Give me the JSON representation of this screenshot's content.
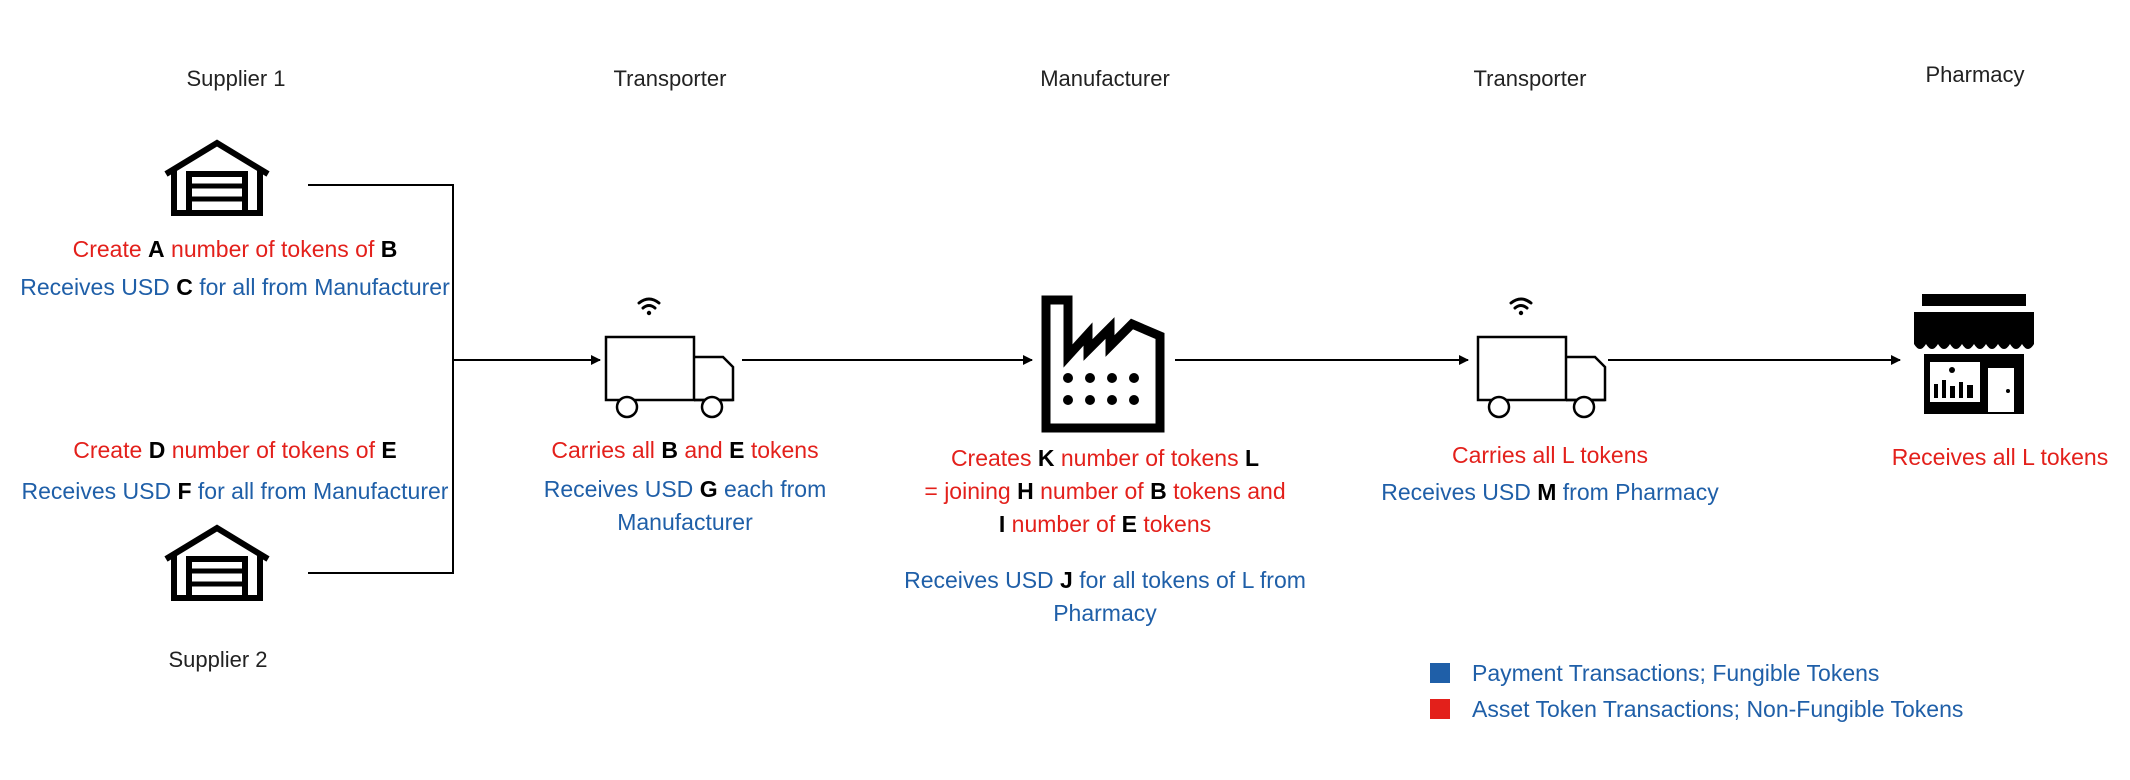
{
  "colors": {
    "asset": "#e3201b",
    "payment": "#1f5fa8",
    "line": "#000000"
  },
  "nodes": {
    "supplier1": {
      "title": "Supplier 1",
      "icon": "warehouse-icon"
    },
    "supplier2": {
      "title": "Supplier 2",
      "icon": "warehouse-icon"
    },
    "transporter1": {
      "title": "Transporter",
      "icon": "delivery-truck-icon"
    },
    "manufacturer": {
      "title": "Manufacturer",
      "icon": "factory-icon"
    },
    "transporter2": {
      "title": "Transporter",
      "icon": "delivery-truck-icon"
    },
    "pharmacy": {
      "title": "Pharmacy",
      "icon": "storefront-icon"
    }
  },
  "supplier1": {
    "asset": {
      "p1": "Create ",
      "k1": "A",
      "p2": " number of tokens of ",
      "k2": "B"
    },
    "pay": {
      "p1": "Receives USD ",
      "k1": "C",
      "p2": " for all from Manufacturer"
    }
  },
  "supplier2": {
    "asset": {
      "p1": "Create ",
      "k1": "D",
      "p2": " number of tokens of ",
      "k2": "E"
    },
    "pay": {
      "p1": "Receives USD ",
      "k1": "F",
      "p2": " for all from Manufacturer"
    }
  },
  "transporter1": {
    "asset": {
      "p1": "Carries all ",
      "k1": "B",
      "p2": " and ",
      "k2": "E",
      "p3": " tokens"
    },
    "pay": {
      "p1": "Receives USD ",
      "k1": "G",
      "p2": " each from",
      "line2": "Manufacturer"
    }
  },
  "manufacturer": {
    "asset": {
      "l1p1": "Creates ",
      "l1k1": "K",
      "l1p2": " number of tokens ",
      "l1k2": "L",
      "l2p1": "=  joining ",
      "l2k1": "H",
      "l2p2": " number of ",
      "l2k2": "B",
      "l2p3": " tokens and",
      "l3k1": "I",
      "l3p1": " number of ",
      "l3k2": "E",
      "l3p2": " tokens"
    },
    "pay": {
      "p1": "Receives USD ",
      "k1": "J",
      "p2": " for all tokens of L from",
      "line2": "Pharmacy"
    }
  },
  "transporter2": {
    "asset": {
      "text": "Carries all L tokens"
    },
    "pay": {
      "p1": "Receives USD ",
      "k1": "M",
      "p2": " from Pharmacy"
    }
  },
  "pharmacy": {
    "asset": {
      "text": "Receives all L tokens"
    }
  },
  "legend": {
    "payment": "Payment Transactions; Fungible Tokens",
    "asset": "Asset Token Transactions; Non-Fungible Tokens"
  }
}
